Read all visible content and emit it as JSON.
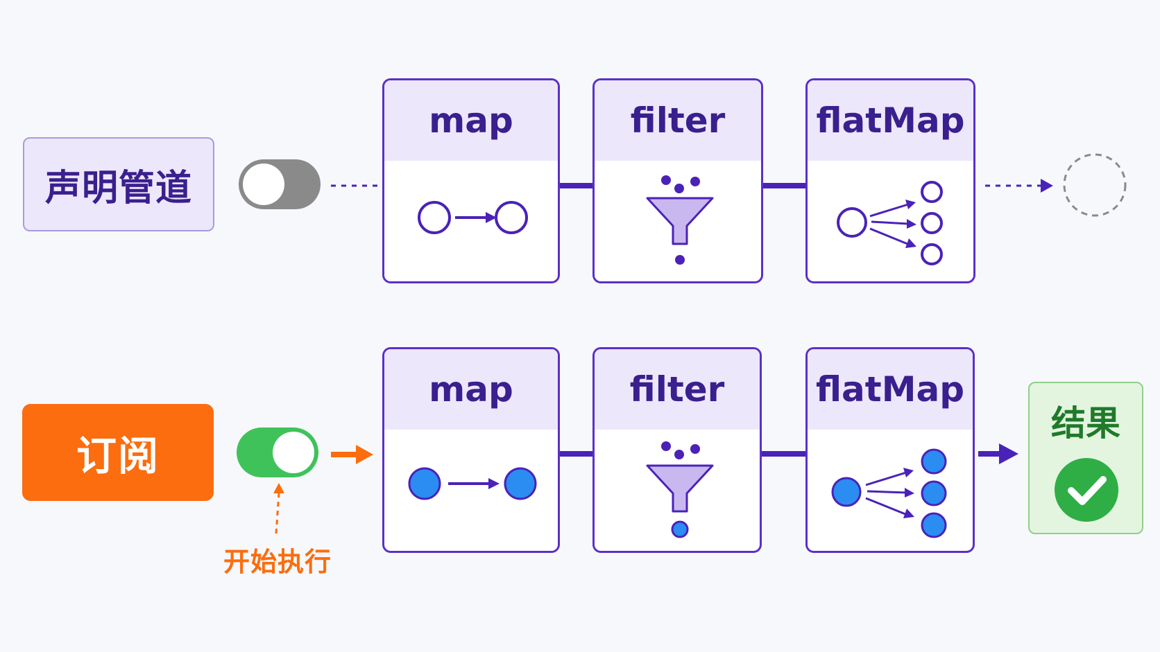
{
  "rows": {
    "declare": {
      "label": "声明管道",
      "toggle_state": "off"
    },
    "subscribe": {
      "label": "订阅",
      "toggle_state": "on",
      "annotation": "开始执行"
    }
  },
  "operators": [
    "map",
    "filter",
    "flatMap"
  ],
  "result": {
    "label": "结果"
  },
  "colors": {
    "purple": "#5a30c8",
    "lavender": "#ece7fb",
    "orange": "#fb6d0e",
    "green": "#3fc25a",
    "blue": "#2b8cf2",
    "gray": "#8a8a8a"
  },
  "icons": [
    "toggle-switch-icon",
    "arrow-icon",
    "funnel-icon",
    "fan-out-icon",
    "check-circle-icon",
    "empty-circle-icon"
  ]
}
